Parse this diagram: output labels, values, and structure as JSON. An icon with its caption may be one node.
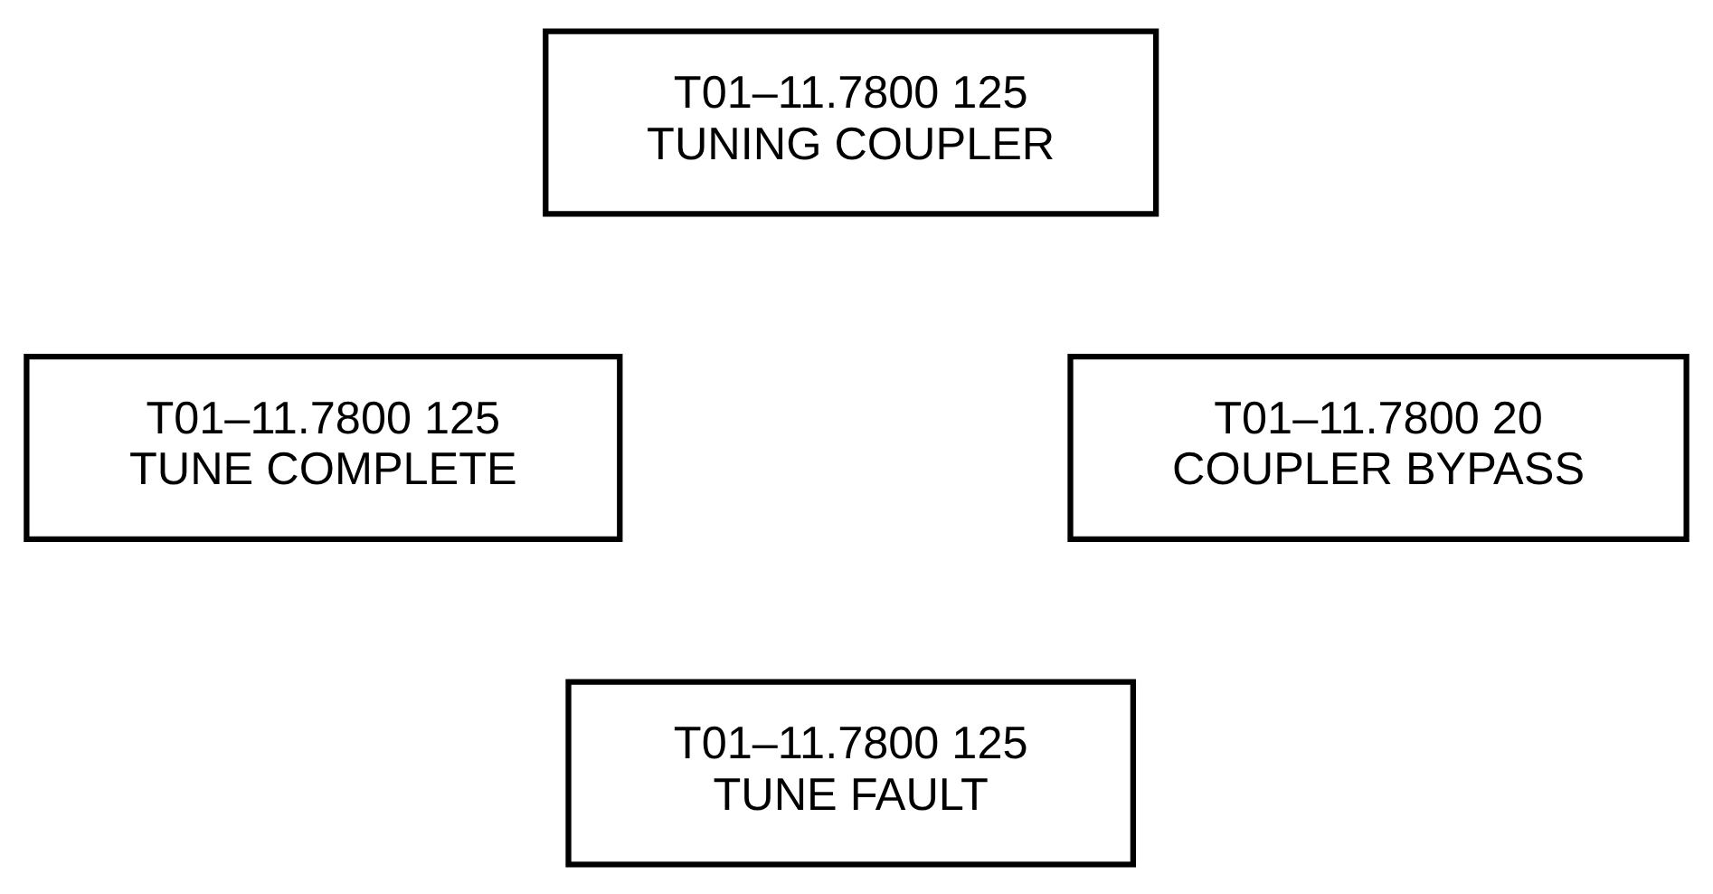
{
  "diagram": {
    "nodes": [
      {
        "text": [
          "T01–11.7800 125",
          "TUNING COUPLER"
        ]
      },
      {
        "text": [
          "T01–11.7800 125",
          "TUNE COMPLETE"
        ]
      },
      {
        "text": [
          "T01–11.7800 20",
          "COUPLER BYPASS"
        ]
      },
      {
        "text": [
          "T01–11.7800 125",
          "TUNE FAULT"
        ]
      }
    ]
  }
}
